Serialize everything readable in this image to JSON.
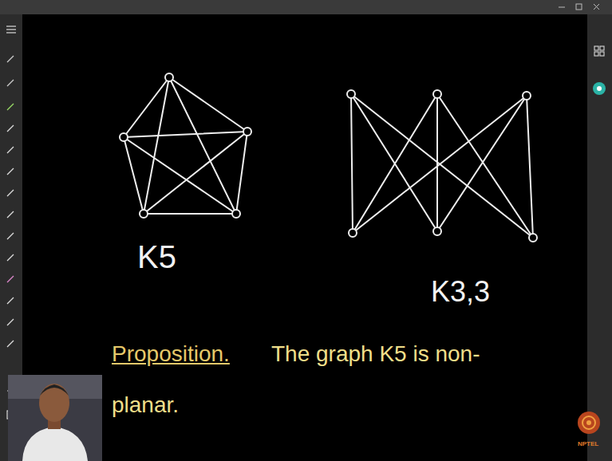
{
  "diagram": {
    "labels": [
      "K5",
      "K3,3",
      "Proposition.",
      "The graph K5 is non-planar.",
      "NPTEL"
    ]
  }
}
